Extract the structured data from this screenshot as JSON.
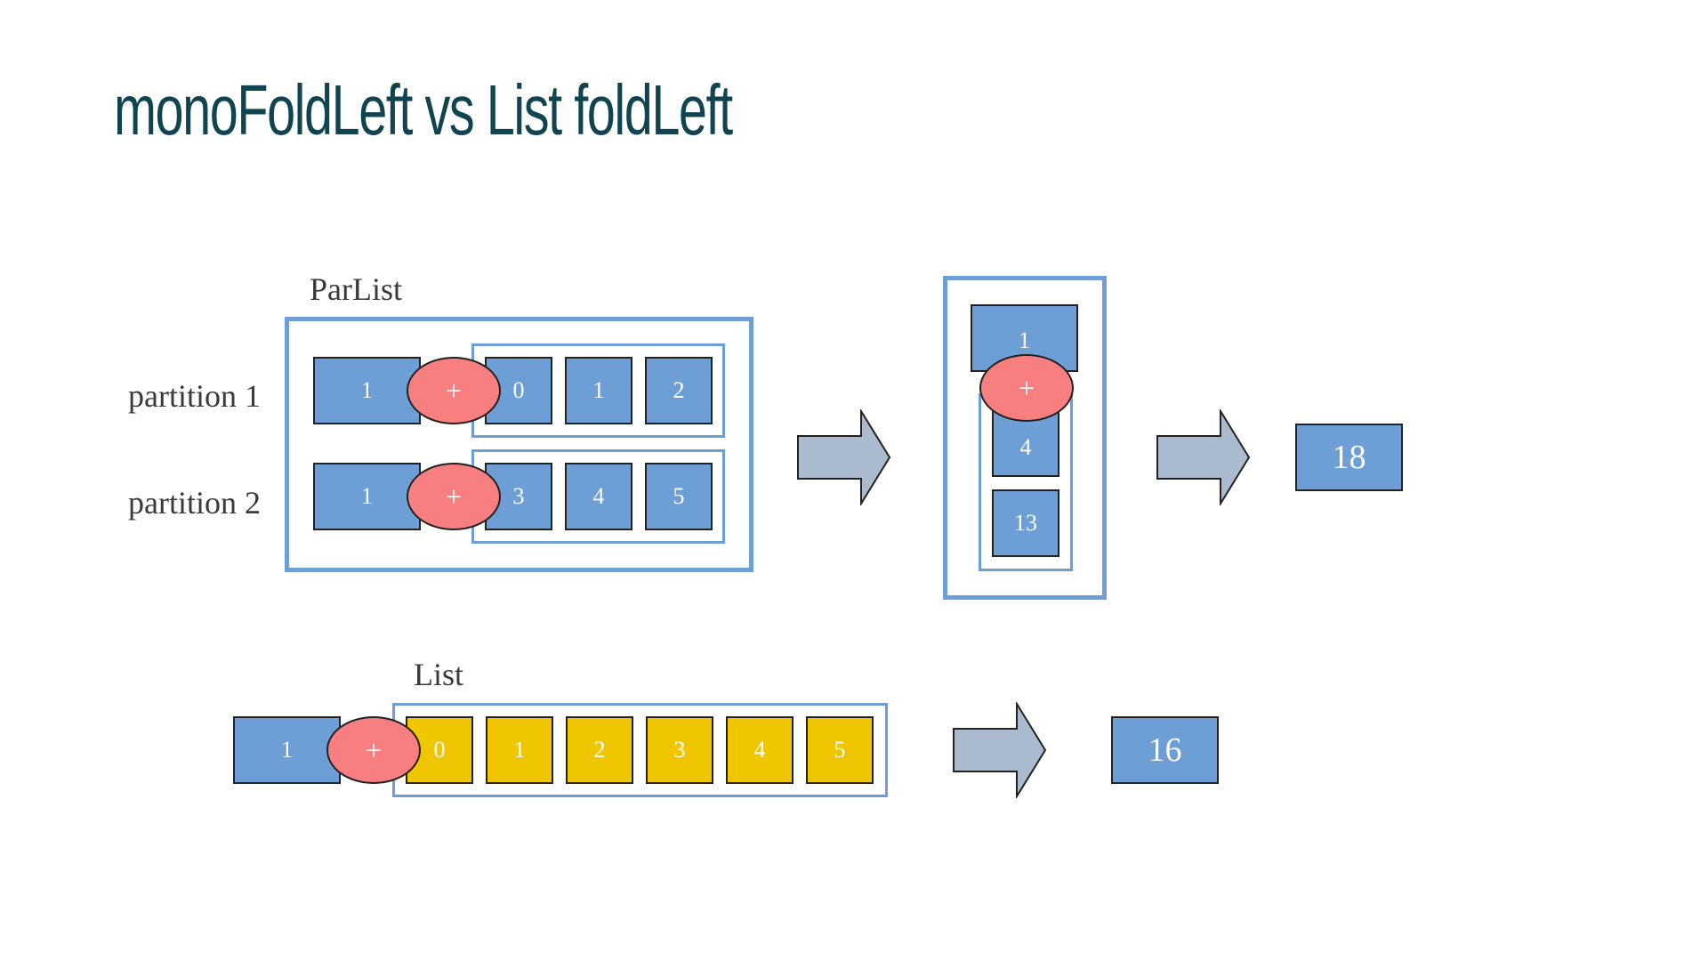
{
  "title": "monoFoldLeft vs List foldLeft",
  "colors": {
    "title": "#0f4450",
    "box_blue": "#6d9fd6",
    "box_yellow": "#f0c600",
    "operator_red": "#f87f7f",
    "arrow_gray": "#aabbcf"
  },
  "parlist": {
    "label": "ParList",
    "partitions": [
      {
        "label": "partition 1",
        "seed": "1",
        "op": "+",
        "items": [
          "0",
          "1",
          "2"
        ]
      },
      {
        "label": "partition 2",
        "seed": "1",
        "op": "+",
        "items": [
          "3",
          "4",
          "5"
        ]
      }
    ],
    "combine": {
      "seed": "1",
      "op": "+",
      "items": [
        "4",
        "13"
      ]
    },
    "result": "18"
  },
  "list": {
    "label": "List",
    "seed": "1",
    "op": "+",
    "items": [
      "0",
      "1",
      "2",
      "3",
      "4",
      "5"
    ],
    "result": "16"
  }
}
